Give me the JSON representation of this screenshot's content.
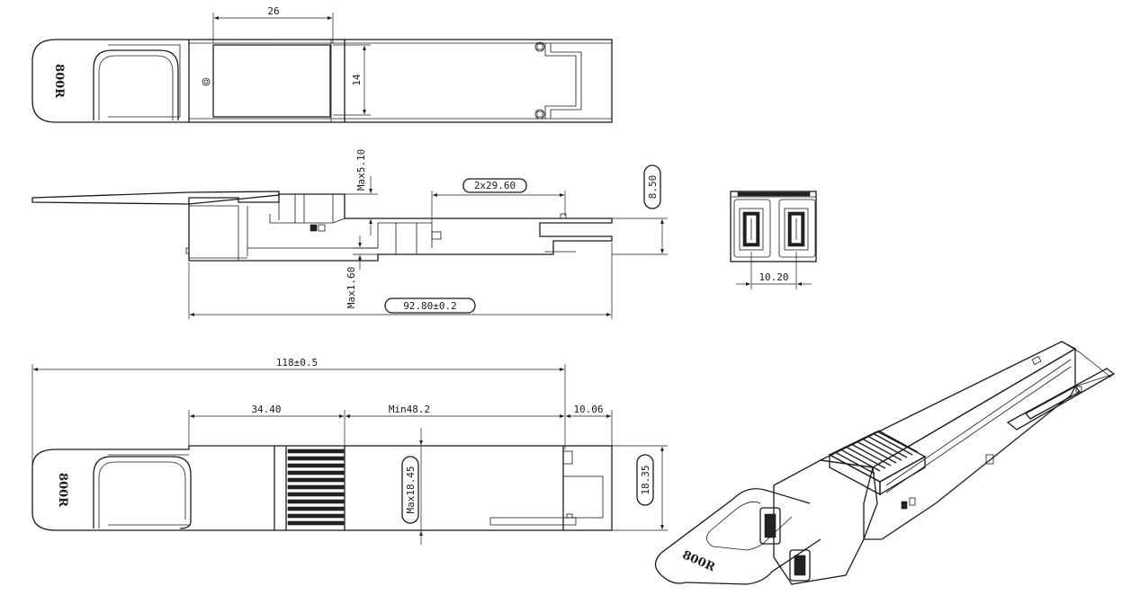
{
  "logo_text": "800R",
  "dimensions": {
    "top_width": "26",
    "top_height": "14",
    "side_max_height": "Max5.10",
    "side_spacing": "2x29.60",
    "side_height": "8.50",
    "side_max_bottom": "Max1.60",
    "side_length": "92.80±0.2",
    "front_pitch": "10.20",
    "overall_length": "118±0.5",
    "handle_length": "34.40",
    "min_length": "Min48.2",
    "tail_length": "10.06",
    "max_width": "Max18.45",
    "body_width": "18.35"
  },
  "colors": {
    "line": "#1a1a1a",
    "paper": "#ffffff",
    "fill_dark": "#222222"
  }
}
